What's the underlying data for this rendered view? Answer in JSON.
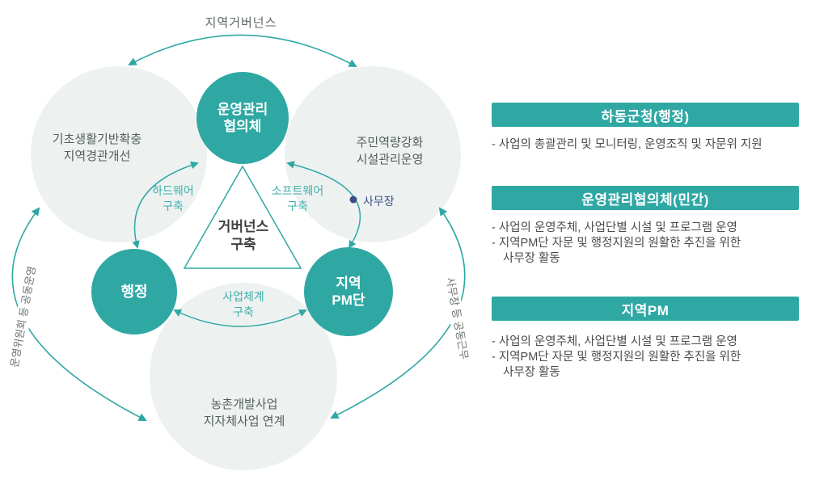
{
  "diagram": {
    "arcs": {
      "top": "지역거버넌스",
      "left": "운영위원회 등 공동운영",
      "right": "사무장 등 공동근무"
    },
    "pale_circles": {
      "top_left": "기초생활기반확충\n지역경관개선",
      "top_right": "주민역량강화\n시설관리운영",
      "bottom": "농촌개발사업\n지자체사업 연계"
    },
    "nodes": {
      "top": "운영관리\n협의체",
      "left": "행정",
      "right": "지역\nPM단"
    },
    "edge_labels": {
      "left": "하드웨어\n구축",
      "right": "소프트웨어\n구축",
      "bottom": "사업체계\n구축"
    },
    "center": "거버넌스\n구축",
    "samujang": "사무장"
  },
  "panel": {
    "sections": [
      {
        "title": "하동군청(행정)",
        "lines": [
          "- 사업의 총괄관리 및 모니터링, 운영조직 및 자문위 지원"
        ]
      },
      {
        "title": "운영관리협의체(민간)",
        "lines": [
          "- 사업의 운영주체, 사업단별 시설 및 프로그램 운영",
          "- 지역PM단 자문 및 행정지원의 원활한 추진을 위한",
          "사무장 활동"
        ]
      },
      {
        "title": "지역PM",
        "lines": [
          "- 사업의 운영주체, 사업단별 시설 및 프로그램 운영",
          "- 지역PM단 자문 및 행정지원의 원활한 추진을 위한",
          "사무장 활동"
        ]
      }
    ]
  },
  "colors": {
    "teal": "#2FA8A4",
    "pale_circle": "#EDF2F1",
    "navy_dot": "#3D4E87",
    "body_text": "#4B4B4B"
  }
}
